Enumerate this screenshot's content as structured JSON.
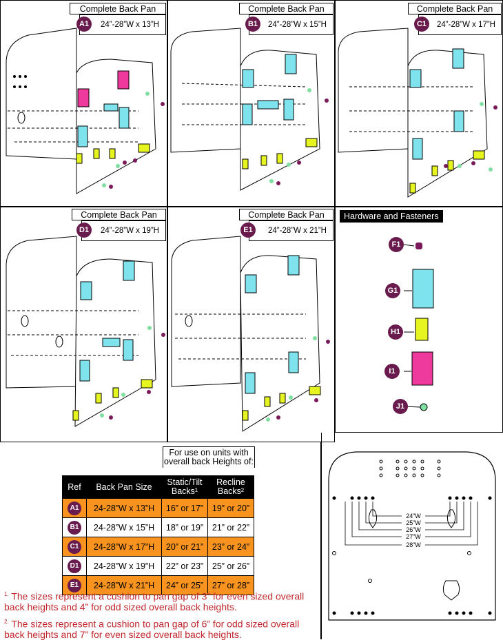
{
  "panels": [
    {
      "title": "Complete Back Pan",
      "badge": "A1",
      "size": "24”-28”W x 13”H"
    },
    {
      "title": "Complete Back Pan",
      "badge": "B1",
      "size": "24”-28”W x 15”H"
    },
    {
      "title": "Complete Back Pan",
      "badge": "C1",
      "size": "24”-28”W x 17”H"
    },
    {
      "title": "Complete Back Pan",
      "badge": "D1",
      "size": "24”-28”W x 19”H"
    },
    {
      "title": "Complete Back Pan",
      "badge": "E1",
      "size": "24”-28”W x 21”H"
    }
  ],
  "hardware": {
    "title": "Hardware and Fasteners",
    "items": [
      {
        "badge": "F1",
        "icon": "screw-icon"
      },
      {
        "badge": "G1",
        "icon": "cyan-pad-icon"
      },
      {
        "badge": "H1",
        "icon": "yellow-pad-icon"
      },
      {
        "badge": "I1",
        "icon": "magenta-pad-icon"
      },
      {
        "badge": "J1",
        "icon": "washer-icon"
      }
    ]
  },
  "table": {
    "group_header": "For use on units with overall back Heights of:",
    "headers": [
      "Ref",
      "Back Pan Size",
      "Static/Tilt Backs¹",
      "Recline Backs²"
    ],
    "rows": [
      {
        "ref": "A1",
        "size": "24-28”W x 13”H",
        "static": "16” or 17”",
        "recline": "19” or 20”"
      },
      {
        "ref": "B1",
        "size": "24-28”W x 15”H",
        "static": "18” or 19”",
        "recline": "21” or 22”"
      },
      {
        "ref": "C1",
        "size": "24-28”W x 17”H",
        "static": "20” or 21”",
        "recline": "23” or 24”"
      },
      {
        "ref": "D1",
        "size": "24-28”W x 19”H",
        "static": "22” or 23”",
        "recline": "25” or 26”"
      },
      {
        "ref": "E1",
        "size": "24-28”W x 21”H",
        "static": "24” or 25”",
        "recline": "27” or 28”"
      }
    ]
  },
  "notes": [
    {
      "mark": "1.",
      "text": "The sizes represent a cushion to pan gap of 3” for even sized overall back heights and 4” for odd sized overall back heights."
    },
    {
      "mark": "2.",
      "text": "The sizes represent a cushion to pan gap of 6” for odd sized overall back heights and 7” for even sized overall back heights."
    }
  ],
  "width_labels": [
    "24”W",
    "25”W",
    "26”W",
    "27”W",
    "28”W"
  ],
  "colors": {
    "badge": "#6a1b4d",
    "cyan": "#7fe3ee",
    "yellow": "#e6f51f",
    "magenta": "#ee3a9c",
    "orange": "#f7931e",
    "note": "#c1272d"
  }
}
